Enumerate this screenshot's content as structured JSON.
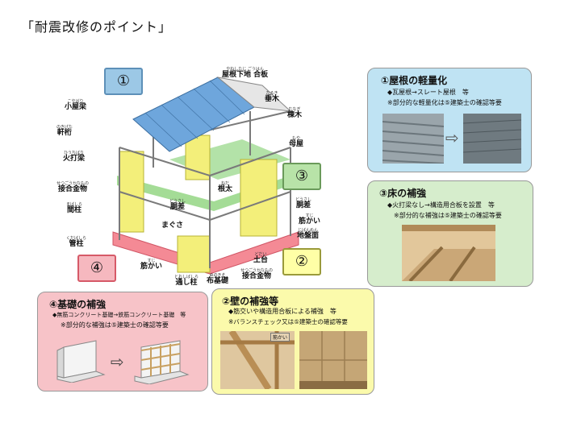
{
  "page": {
    "title": "「耐震改修のポイント」"
  },
  "markers": {
    "m1": "①",
    "m2": "②",
    "m3": "③",
    "m4": "④"
  },
  "labels": {
    "roof_board": {
      "ruby": "やねしたじ ごうはん",
      "word": "屋根下地 合板"
    },
    "taruki": {
      "ruby": "たるき",
      "word": "垂木"
    },
    "munagi": {
      "ruby": "むなぎ",
      "word": "棟木"
    },
    "koyabari": {
      "ruby": "こやばり",
      "word": "小屋梁"
    },
    "nokigeta": {
      "ruby": "のきげた",
      "word": "軒桁"
    },
    "moya": {
      "ruby": "もや",
      "word": "母屋"
    },
    "hiuchibari": {
      "ruby": "ひうちばり",
      "word": "火打梁"
    },
    "setsugo": {
      "ruby": "せつごうかなもの",
      "word": "接合金物"
    },
    "neda": {
      "ruby": "ねだ",
      "word": "根太"
    },
    "dosashi1": {
      "ruby": "どうさし",
      "word": "胴差"
    },
    "mabashira": {
      "ruby": "まばしら",
      "word": "間柱"
    },
    "dosashi2": {
      "ruby": "どうさし",
      "word": "胴差"
    },
    "sujikai1": {
      "ruby": "すじ",
      "word": "筋かい"
    },
    "jibanmen": {
      "ruby": "じばんめん",
      "word": "地盤面"
    },
    "kudabashira": {
      "ruby": "くだばしら",
      "word": "管柱"
    },
    "dodai": {
      "ruby": "どだい",
      "word": "土台"
    },
    "setsugo2": {
      "ruby": "せつごうかなもの",
      "word": "接合金物"
    },
    "sujikai2": {
      "ruby": "すじ",
      "word": "筋かい"
    },
    "nunokiso": {
      "ruby": "ぬのきそ",
      "word": "布基礎"
    },
    "toorishira": {
      "ruby": "とおしばしら",
      "word": "通し柱"
    },
    "magusa": {
      "ruby": "",
      "word": "まぐさ"
    }
  },
  "boxes": {
    "roof": {
      "heading": "①屋根の軽量化",
      "line1": "◆瓦屋根→スレート屋根　等",
      "line2": "※部分的な軽量化は⑤建築士の確認等要",
      "arrow": "⇨"
    },
    "floor": {
      "heading": "③床の補強",
      "line1": "◆火打梁なし→構造用合板を設置　等",
      "line2": "※部分的な補強は⑤建築士の確認等要"
    },
    "foundation": {
      "heading": "④基礎の補強",
      "line1": "◆無筋コンクリート基礎→鉄筋コンクリート基礎　等",
      "line2": "※部分的な補強は⑤建築士の確認等要",
      "arrow": "⇨"
    },
    "wall": {
      "heading": "②壁の補強等",
      "line1": "◆筋交いや構造用合板による補強　等",
      "line2": "※バランスチェック又は⑤建築士の確認等要",
      "photo_tag": "筋かい"
    }
  },
  "colors": {
    "roof": "#6ea6dc",
    "floor_green": "#9ad88b",
    "wall_yellow": "#f3ef7a",
    "foundation_red": "#f48a95"
  }
}
